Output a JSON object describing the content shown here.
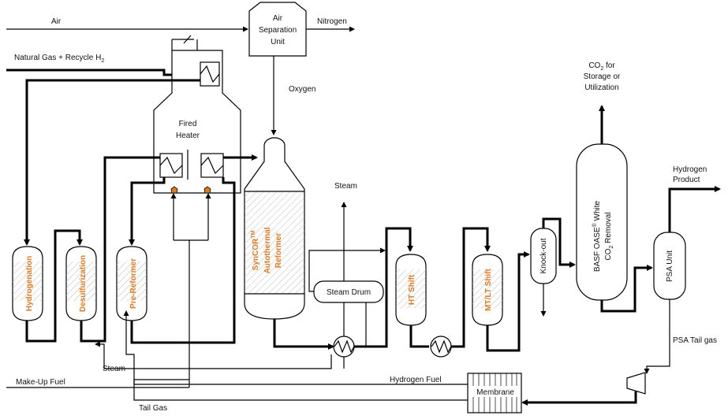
{
  "streams": {
    "air": "Air",
    "nitrogen": "Nitrogen",
    "natural_gas_prefix": "Natural Gas + Recycle H",
    "natural_gas_sub": "2",
    "oxygen": "Oxygen",
    "steam_top": "Steam",
    "co2_line1_prefix": "CO",
    "co2_line1_sub": "2",
    "co2_line1_suffix": " for",
    "co2_line2": "Storage or",
    "co2_line3": "Utilization",
    "hydrogen_product_line1": "Hydrogen",
    "hydrogen_product_line2": "Product",
    "steam_bottom": "Steam",
    "make_up_fuel": "Make-Up Fuel",
    "hydrogen_fuel": "Hydrogen Fuel",
    "tail_gas": "Tail Gas",
    "psa_tail_gas": "PSA Tail gas"
  },
  "units": {
    "asu_line1": "Air",
    "asu_line2": "Separation",
    "asu_line3": "Unit",
    "fired_heater_line1": "Fired",
    "fired_heater_line2": "Heater",
    "hydrogenation": "Hydrogenation",
    "desulfurization": "Desulfurization",
    "pre_reformer": "Pre-Reformer",
    "atr_line1_prefix": "SynCOR",
    "atr_line1_sup": "TM",
    "atr_line2": "Autothermal",
    "atr_line3": "Reformer",
    "steam_drum": "Steam Drum",
    "ht_shift": "HT Shift",
    "mt_lt_shift": "MT/LT Shift",
    "knock_out": "Knock-out",
    "basf_line1_prefix": "BASF OASE",
    "basf_line1_sup": "®",
    "basf_line1_suffix": " White",
    "basf_line2_prefix": "CO",
    "basf_line2_sub": "2",
    "basf_line2_suffix": " Removal",
    "psa_unit": "PSA Unit",
    "membrane": "Membrane"
  },
  "colors": {
    "reactor_label": "#e07b1f",
    "burner": "#e07b1f",
    "line": "#000000"
  }
}
